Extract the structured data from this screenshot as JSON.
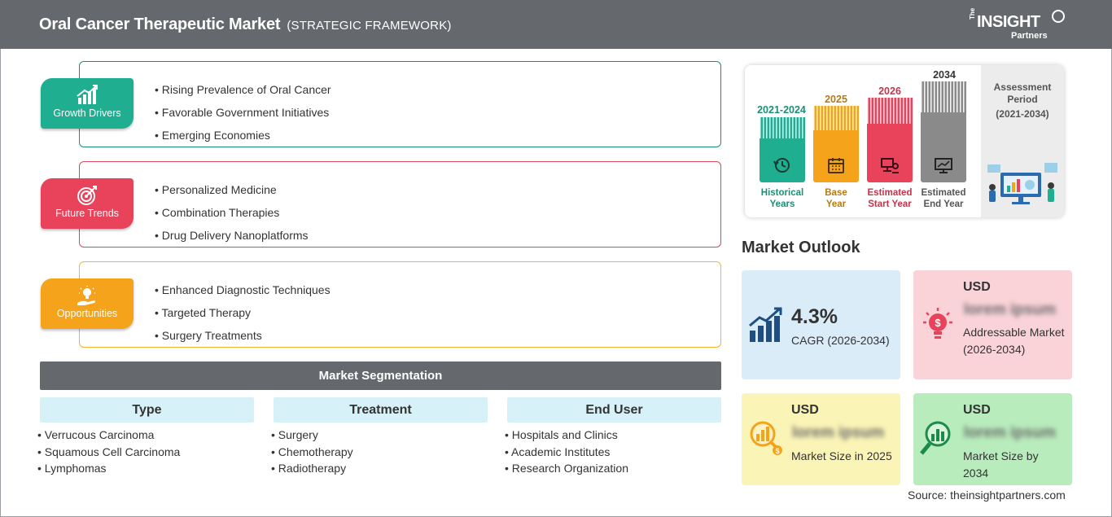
{
  "header": {
    "title": "Oral Cancer Therapeutic Market",
    "subtitle": "(STRATEGIC FRAMEWORK)",
    "logo": {
      "the": "The",
      "insight": "INSIGHT",
      "partners": "Partners"
    }
  },
  "framework": [
    {
      "label": "Growth Drivers",
      "icon": "bar-growth-icon",
      "color": "#1fae8f",
      "border": "#1a8f74",
      "items": [
        "Rising Prevalence of Oral Cancer",
        "Favorable Government Initiatives",
        "Emerging Economies"
      ]
    },
    {
      "label": "Future Trends",
      "icon": "target-icon",
      "color": "#e8435a",
      "border": "#d24a5c",
      "items": [
        "Personalized Medicine",
        "Combination Therapies",
        "Drug Delivery Nanoplatforms"
      ]
    },
    {
      "label": "Opportunities",
      "icon": "lightbulb-hand-icon",
      "color": "#f5a31a",
      "border": "#f1b52e",
      "items": [
        "Enhanced Diagnostic Techniques",
        "Targeted Therapy",
        "Surgery Treatments"
      ]
    }
  ],
  "segmentation": {
    "title": "Market Segmentation",
    "columns": [
      {
        "heading": "Type",
        "items": [
          "Verrucous Carcinoma",
          "Squamous Cell Carcinoma",
          "Lymphomas"
        ]
      },
      {
        "heading": "Treatment",
        "items": [
          "Surgery",
          "Chemotherapy",
          "Radiotherapy"
        ]
      },
      {
        "heading": "End User",
        "items": [
          "Hospitals and Clinics",
          "Academic Institutes",
          "Research Organization"
        ]
      }
    ]
  },
  "timeline": {
    "bars": [
      {
        "year": "2021-2024",
        "label1": "Historical",
        "label2": "Years",
        "color": "#1fae8f",
        "label_color": "#1a8f74",
        "icon": "history-icon"
      },
      {
        "year": "2025",
        "label1": "Base",
        "label2": "Year",
        "color": "#f5a31a",
        "label_color": "#b77a12",
        "icon": "calendar-icon"
      },
      {
        "year": "2026",
        "label1": "Estimated",
        "label2": "Start Year",
        "color": "#e8435a",
        "label_color": "#c73349",
        "icon": "presentation-icon"
      },
      {
        "year": "2034",
        "label1": "Estimated",
        "label2": "End Year",
        "color": "#8a8a8a",
        "label_color": "#555555",
        "icon": "monitor-chart-icon"
      }
    ],
    "assessment_title": "Assessment Period",
    "assessment_range": "(2021-2034)"
  },
  "outlook": {
    "title": "Market Outlook",
    "cagr": {
      "value": "4.3%",
      "label": "CAGR (2026-2034)",
      "bg": "#d9ecf8",
      "icon": "growth-chart-icon"
    },
    "addressable": {
      "usd": "USD",
      "value": "lorem ipsum",
      "label": "Addressable Market (2026-2034)",
      "bg": "#f9d3d8",
      "icon": "bulb-dollar-icon"
    },
    "size_2025": {
      "usd": "USD",
      "value": "lorem ipsum",
      "label": "Market Size in 2025",
      "bg": "#fbf4b7",
      "icon": "coins-magnifier-icon"
    },
    "size_2034": {
      "usd": "USD",
      "value": "lorem ipsum",
      "label": "Market Size by 2034",
      "bg": "#b8ecbc",
      "icon": "chart-magnifier-icon"
    }
  },
  "source": "Source: theinsightpartners.com"
}
